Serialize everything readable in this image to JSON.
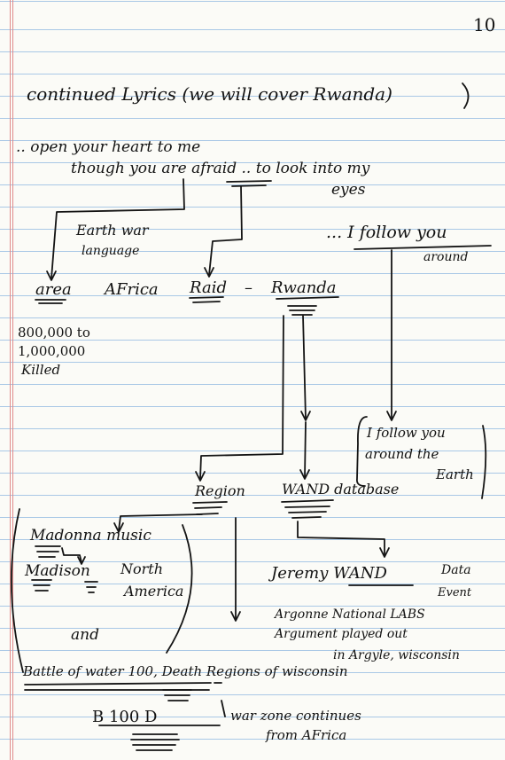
{
  "page_number": "10",
  "heading": "continued Lyrics (we will cover Rwanda)",
  "lyric_line_1": ".. open your heart to me",
  "lyric_line_2": "though you are afraid .. to look into my",
  "lyric_line_3": "eyes",
  "earth_war_language": [
    "Earth war",
    "language"
  ],
  "i_follow_you": "... I follow you",
  "around": "around",
  "topics": {
    "area": "area",
    "africa": "AFrica",
    "raid": "Raid",
    "dash": "–",
    "rwanda": "Rwanda"
  },
  "death_toll": [
    "800,000 to",
    "1,000,000",
    "Killed"
  ],
  "follow_earth": [
    "I follow you",
    "around the",
    "Earth"
  ],
  "region": "Region",
  "wand_database": "WAND database",
  "madonna": "Madonna music",
  "madison": "Madison",
  "north_america": [
    "North",
    "America"
  ],
  "and": "and",
  "jeremy_wand": "Jeremy WAND",
  "data_event": [
    "Data",
    "Event"
  ],
  "argonne": [
    "Argonne National LABS",
    "Argument played out",
    "in Argyle, wisconsin"
  ],
  "battle_line": "Battle of water 100, Death Regions of wisconsin",
  "b100d": "B  100  D",
  "war_zone": [
    "war zone continues",
    "from AFrica"
  ]
}
